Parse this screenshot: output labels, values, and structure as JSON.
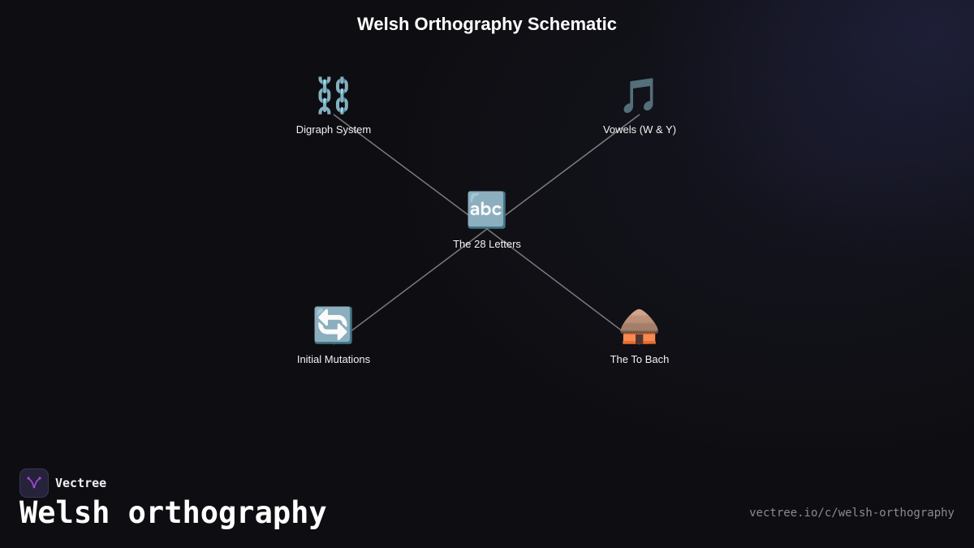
{
  "title": "Welsh Orthography Schematic",
  "center": {
    "label": "The 28 Letters",
    "icon": "abc-letters-icon",
    "glyph": "🔤"
  },
  "nodes": [
    {
      "label": "Digraph System",
      "icon": "chain-link-icon",
      "glyph": "⛓️"
    },
    {
      "label": "Vowels (W & Y)",
      "icon": "musical-note-icon",
      "glyph": "🎵"
    },
    {
      "label": "Initial Mutations",
      "icon": "cycle-arrows-icon",
      "glyph": "🔄"
    },
    {
      "label": "The To Bach",
      "icon": "hut-icon",
      "glyph": "🛖"
    }
  ],
  "edge_color": "#7a7a7e",
  "brand": {
    "name": "Vectree",
    "accent": "#a24bd8"
  },
  "footer": {
    "title": "Welsh orthography",
    "url": "vectree.io/c/welsh-orthography"
  }
}
